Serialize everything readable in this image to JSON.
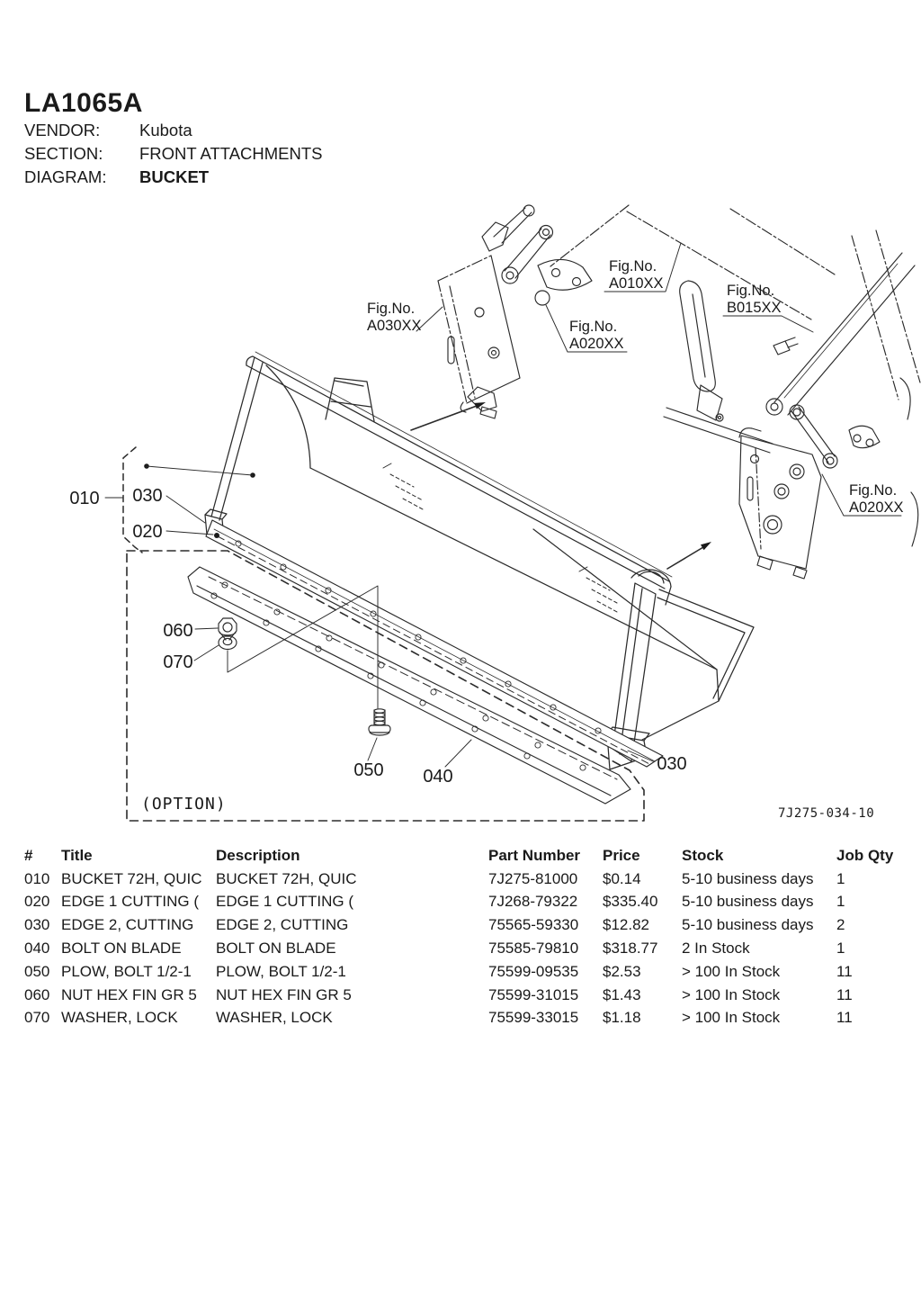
{
  "header": {
    "model": "LA1065A",
    "vendor_label": "VENDOR:",
    "vendor": "Kubota",
    "section_label": "SECTION:",
    "section": "FRONT ATTACHMENTS",
    "diagram_label": "DIAGRAM:",
    "diagram": "BUCKET"
  },
  "diagram": {
    "drawing_number": "7J275-034-10",
    "option_label": "(OPTION)",
    "fig_prefix": "Fig.No.",
    "fig_refs": {
      "a030": "A030XX",
      "a010": "A010XX",
      "a020_left": "A020XX",
      "b015": "B015XX",
      "a020_right": "A020XX"
    },
    "callouts": {
      "c010": "010",
      "c020": "020",
      "c030": "030",
      "c040": "040",
      "c050": "050",
      "c060": "060",
      "c070": "070"
    }
  },
  "table": {
    "headers": {
      "num": "#",
      "title": "Title",
      "description": "Description",
      "part_number": "Part Number",
      "price": "Price",
      "stock": "Stock",
      "job_qty": "Job Qty"
    },
    "rows": [
      {
        "num": "010",
        "title": "BUCKET 72H, QUIC",
        "description": "BUCKET 72H, QUIC",
        "part_number": "7J275-81000",
        "price": "$0.14",
        "stock": "5-10 business days",
        "job_qty": "1"
      },
      {
        "num": "020",
        "title": "EDGE 1 CUTTING (",
        "description": "EDGE 1 CUTTING (",
        "part_number": "7J268-79322",
        "price": "$335.40",
        "stock": "5-10 business days",
        "job_qty": "1"
      },
      {
        "num": "030",
        "title": "EDGE 2, CUTTING",
        "description": "EDGE 2, CUTTING",
        "part_number": "75565-59330",
        "price": "$12.82",
        "stock": "5-10 business days",
        "job_qty": "2"
      },
      {
        "num": "040",
        "title": "BOLT ON BLADE",
        "description": "BOLT ON BLADE",
        "part_number": "75585-79810",
        "price": "$318.77",
        "stock": "2 In Stock",
        "job_qty": "1"
      },
      {
        "num": "050",
        "title": "PLOW, BOLT 1/2-1",
        "description": "PLOW, BOLT 1/2-1",
        "part_number": "75599-09535",
        "price": "$2.53",
        "stock": "> 100 In Stock",
        "job_qty": "11"
      },
      {
        "num": "060",
        "title": "NUT HEX FIN GR 5",
        "description": "NUT HEX FIN GR 5",
        "part_number": "75599-31015",
        "price": "$1.43",
        "stock": "> 100 In Stock",
        "job_qty": "11"
      },
      {
        "num": "070",
        "title": "WASHER, LOCK",
        "description": "WASHER, LOCK",
        "part_number": "75599-33015",
        "price": "$1.18",
        "stock": "> 100 In Stock",
        "job_qty": "11"
      }
    ]
  },
  "colors": {
    "ink": "#1a1a1a",
    "line": "#2b2b2b",
    "background": "#ffffff"
  }
}
